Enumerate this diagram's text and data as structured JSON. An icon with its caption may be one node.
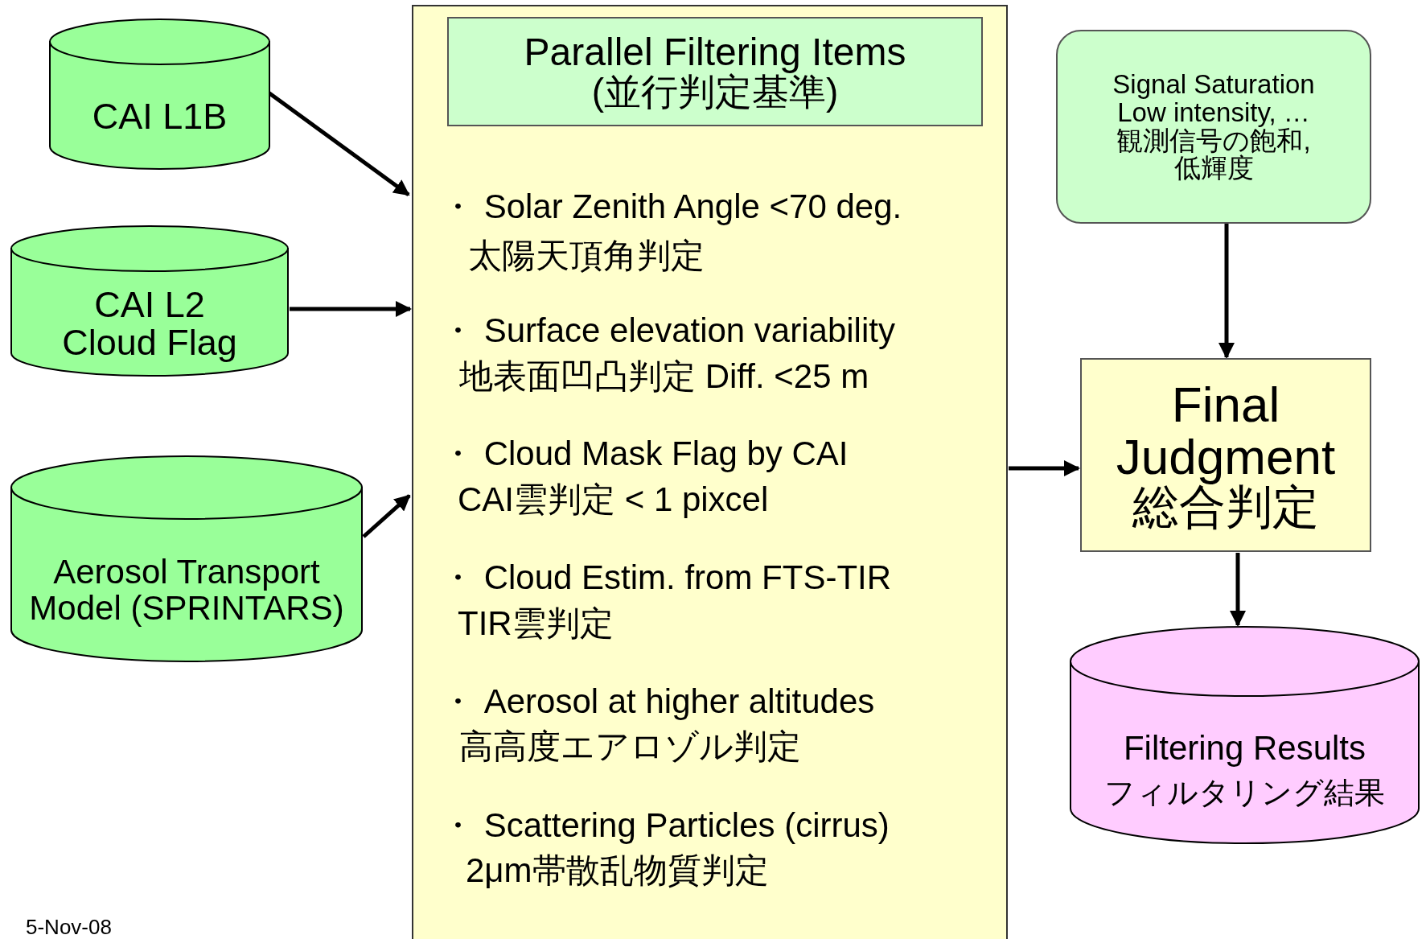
{
  "diagram": {
    "nodes": [
      {
        "text": [
          "CAI L1B"
        ]
      },
      {
        "text": [
          "CAI L2 Cloud Flag"
        ]
      },
      {
        "text": [
          "Aerosol Transport Model (SPRINTARS)"
        ]
      },
      {
        "text": [
          "・ Solar Zenith Angle <70 deg.",
          "太陽天頂角判定",
          "・ Surface elevation variability",
          "地表面凹凸判定 Diff. <25 m",
          "・ Cloud Mask Flag by CAI",
          "CAI雲判定 < 1 pixcel",
          "・ Cloud Estim. from FTS-TIR",
          "TIR雲判定",
          "・ Aerosol at higher altitudes",
          "高高度エアロゾル判定",
          "・ Scattering Particles (cirrus)",
          "2μm帯散乱物質判定"
        ]
      },
      {
        "text": [
          "Parallel Filtering Items",
          "(並行判定基準)"
        ],
        "in": 3
      },
      {
        "text": [
          "Signal Saturation Low intensity, …",
          "観測信号の飽和, 低輝度"
        ]
      },
      {
        "text": [
          "Final Judgment",
          "総合判定"
        ]
      },
      {
        "text": [
          "Filtering Results",
          "フィルタリング結果"
        ]
      }
    ],
    "edges": [
      {
        "from": 0,
        "to": 3,
        "arrow": "to"
      },
      {
        "from": 1,
        "to": 3,
        "arrow": "to"
      },
      {
        "from": 2,
        "to": 3,
        "arrow": "to"
      },
      {
        "from": 3,
        "to": 6,
        "arrow": "to"
      },
      {
        "from": 5,
        "to": 6,
        "arrow": "to"
      },
      {
        "from": 6,
        "to": 7,
        "arrow": "to"
      }
    ],
    "labels": [
      "5-Nov-08"
    ]
  }
}
